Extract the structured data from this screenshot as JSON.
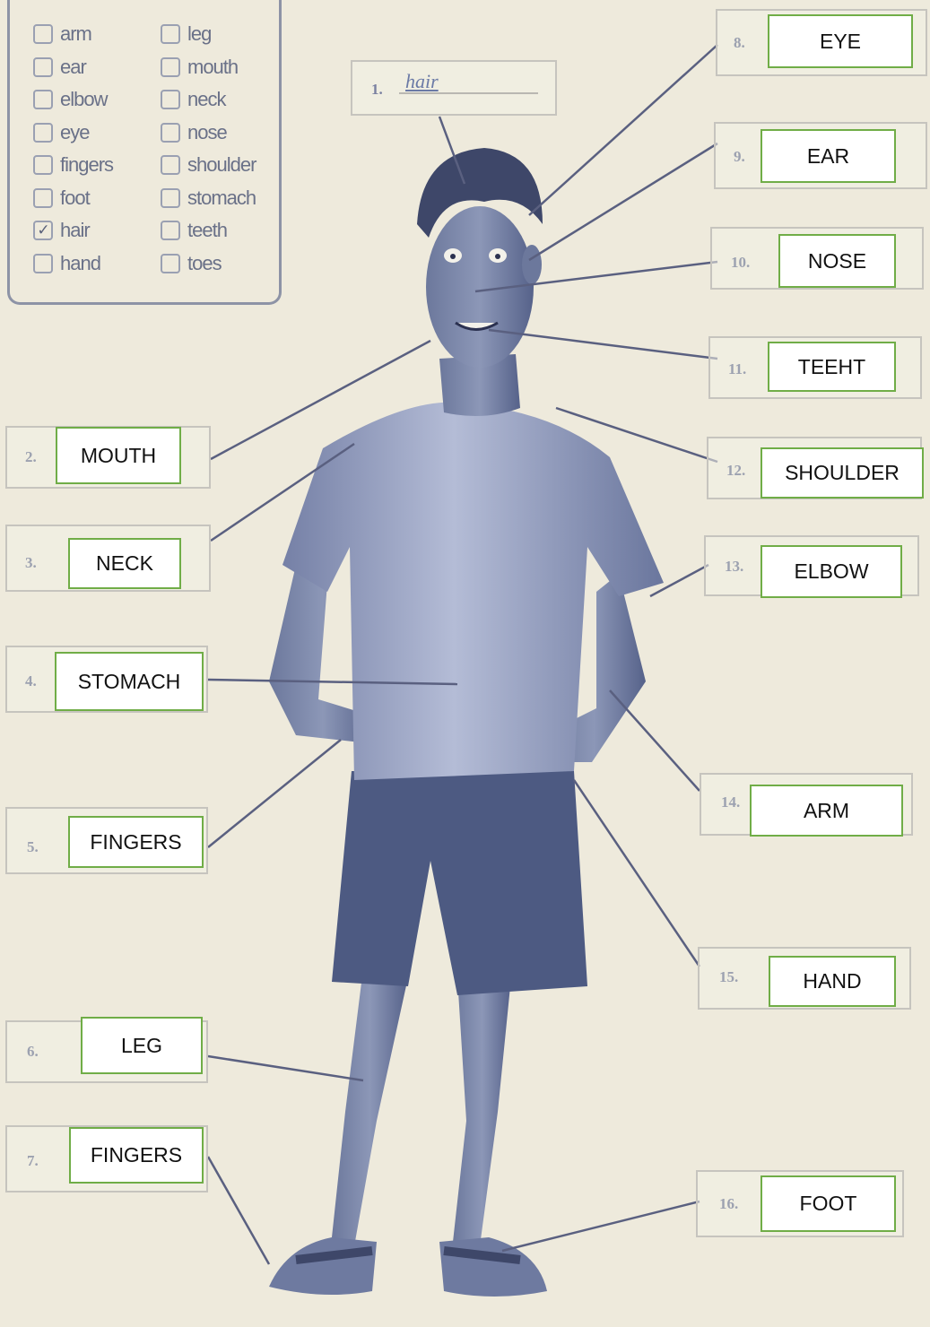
{
  "word_box": {
    "column_1": [
      {
        "word": "arm",
        "checked": false
      },
      {
        "word": "ear",
        "checked": false
      },
      {
        "word": "elbow",
        "checked": false
      },
      {
        "word": "eye",
        "checked": false
      },
      {
        "word": "fingers",
        "checked": false
      },
      {
        "word": "foot",
        "checked": false
      },
      {
        "word": "hair",
        "checked": true
      },
      {
        "word": "hand",
        "checked": false
      }
    ],
    "column_2": [
      {
        "word": "leg",
        "checked": false
      },
      {
        "word": "mouth",
        "checked": false
      },
      {
        "word": "neck",
        "checked": false
      },
      {
        "word": "nose",
        "checked": false
      },
      {
        "word": "shoulder",
        "checked": false
      },
      {
        "word": "stomach",
        "checked": false
      },
      {
        "word": "teeth",
        "checked": false
      },
      {
        "word": "toes",
        "checked": false
      }
    ],
    "check_mark": "✓"
  },
  "example": {
    "number": "1.",
    "answer": "hair"
  },
  "answers": [
    {
      "number": "2.",
      "text": "MOUTH"
    },
    {
      "number": "3.",
      "text": "NECK"
    },
    {
      "number": "4.",
      "text": "STOMACH"
    },
    {
      "number": "5.",
      "text": "FINGERS"
    },
    {
      "number": "6.",
      "text": "LEG"
    },
    {
      "number": "7.",
      "text": "FINGERS"
    },
    {
      "number": "8.",
      "text": "EYE"
    },
    {
      "number": "9.",
      "text": "EAR"
    },
    {
      "number": "10.",
      "text": "NOSE"
    },
    {
      "number": "11.",
      "text": "TEEHT"
    },
    {
      "number": "12.",
      "text": "SHOULDER"
    },
    {
      "number": "13.",
      "text": "ELBOW"
    },
    {
      "number": "14.",
      "text": "ARM"
    },
    {
      "number": "15.",
      "text": "HAND"
    },
    {
      "number": "16.",
      "text": "FOOT"
    }
  ],
  "colors": {
    "figure_fill": "#5f6b8f",
    "figure_dark": "#3e4769",
    "shirt": "#9aa3c4",
    "shorts": "#4d5a82",
    "leader_line": "#5a6080",
    "label_border": "#70ad47"
  }
}
